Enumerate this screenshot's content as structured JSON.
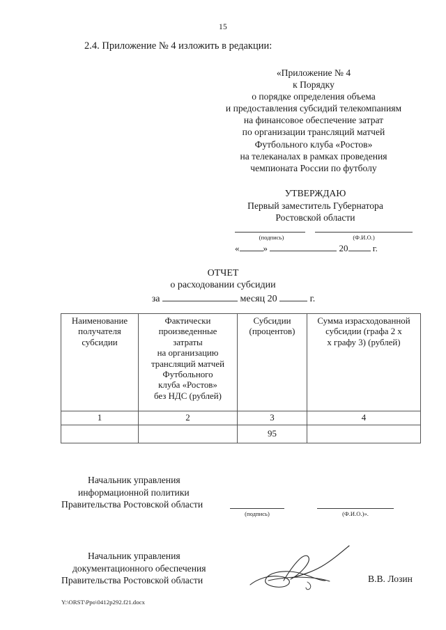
{
  "page": {
    "number": "15",
    "footer_path": "Y:\\ORST\\Ppo\\0412p292.f21.docx"
  },
  "intro": {
    "clause": "2.4. Приложение № 4 изложить в редакции:"
  },
  "appendix_header": {
    "lines": [
      "«Приложение № 4",
      "к Порядку",
      "о порядке определения объема",
      "и предоставления субсидий телекомпаниям",
      "на финансовое обеспечение затрат",
      "по организации трансляций матчей",
      "Футбольного клуба «Ростов»",
      "на телеканалах в рамках проведения",
      "чемпионата России по футболу"
    ]
  },
  "approval": {
    "title": "УТВЕРЖДАЮ",
    "position_line1": "Первый заместитель Губернатора",
    "position_line2": "Ростовской области",
    "caption_signature": "(подпись)",
    "caption_fio": "(Ф.И.О.)",
    "date_quote_open": "«",
    "date_quote_close": "»",
    "date_year_prefix": "20",
    "date_year_suffix": "г."
  },
  "report": {
    "title": "ОТЧЕТ",
    "subtitle": "о расходовании субсидии",
    "period_prefix": "за",
    "period_month": "месяц 20",
    "period_suffix": "г."
  },
  "table": {
    "headers": [
      "Наименование\nполучателя\nсубсидии",
      "Фактически\nпроизведенные\nзатраты\nна организацию\nтрансляций матчей\nФутбольного\nклуба «Ростов»\nбез НДС (рублей)",
      "Субсидии\n(процентов)",
      "Сумма израсходованной\nсубсидии (графа 2 х\nх графу 3) (рублей)"
    ],
    "column_numbers": [
      "1",
      "2",
      "3",
      "4"
    ],
    "rows": [
      [
        "",
        "",
        "95",
        ""
      ]
    ]
  },
  "signature_block_1": {
    "line1": "Начальник управления",
    "line2": "информационной политики",
    "line3": "Правительства Ростовской области",
    "caption_signature": "(подпись)",
    "caption_fio": "(Ф.И.О.)»."
  },
  "signature_block_2": {
    "line1": "Начальник управления",
    "line2": "документационного обеспечения",
    "line3": "Правительства Ростовской области",
    "signer_name": "В.В. Лозин"
  }
}
